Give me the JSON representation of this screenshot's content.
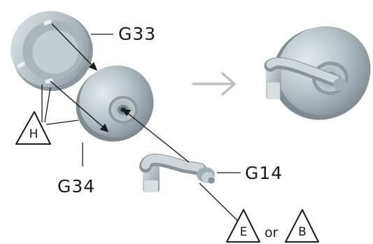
{
  "labels": {
    "g33": "G33",
    "g34": "G34",
    "g14": "G14"
  },
  "markers": {
    "h": "H",
    "e": "E",
    "b": "B",
    "or_text": "or"
  },
  "icons": {
    "step_arrow": "arrow-right-icon",
    "marker_shape": "warning-triangle-icon"
  },
  "colors": {
    "part_fill": "#b8c3c8",
    "part_shade": "#7f8b91",
    "line": "#1a1a1a",
    "step_arrow": "#bfbfbf",
    "background": "#ffffff"
  }
}
